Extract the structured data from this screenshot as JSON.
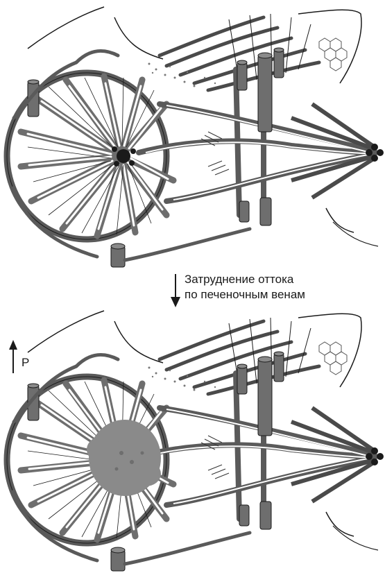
{
  "caption": {
    "line1": "Затруднение оттока",
    "line2": "по печеночным венам"
  },
  "pressure_label": "P",
  "colors": {
    "ink": "#1a1a1a",
    "vessel_gray": "#6e6e6e",
    "vessel_dark": "#4a4a4a",
    "congestion_gray": "#8a8a8a",
    "background": "#ffffff"
  },
  "panels": [
    "normal-lobule",
    "congested-lobule"
  ]
}
